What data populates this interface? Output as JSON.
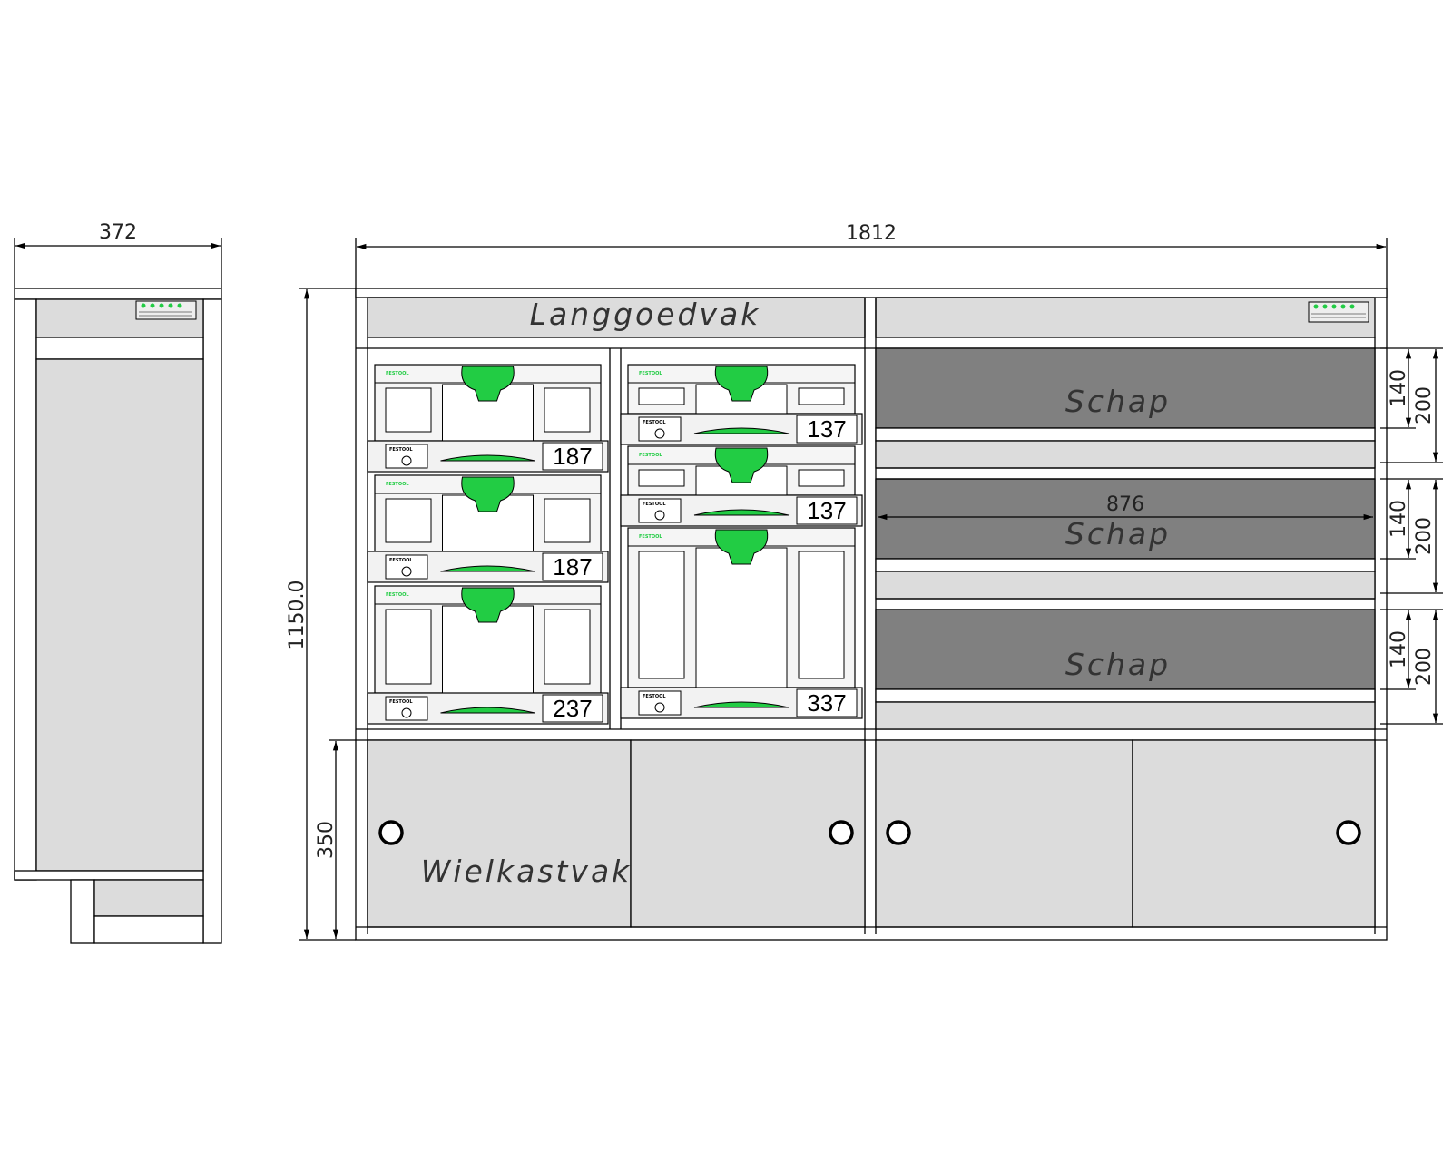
{
  "dimensions": {
    "side_width": "372",
    "total_width": "1812",
    "total_height": "1150.0",
    "bottom_height": "350",
    "shelf_width": "876",
    "shelf_depth_inner": "140",
    "shelf_depth_outer": "200"
  },
  "labels": {
    "top_compartment": "Langgoedvak",
    "shelf": "Schap",
    "wheel_compartment": "Wielkastvak"
  },
  "systainers": {
    "brand": "FESTOOL",
    "left_column": [
      "187",
      "187",
      "237"
    ],
    "right_column": [
      "137",
      "137",
      "337"
    ]
  },
  "colors": {
    "cabinet_fill": "#dcdcdc",
    "shelf_fill": "#808080",
    "handle_green": "#22cc44",
    "brand_green": "#22cc44",
    "line": "#000000"
  }
}
